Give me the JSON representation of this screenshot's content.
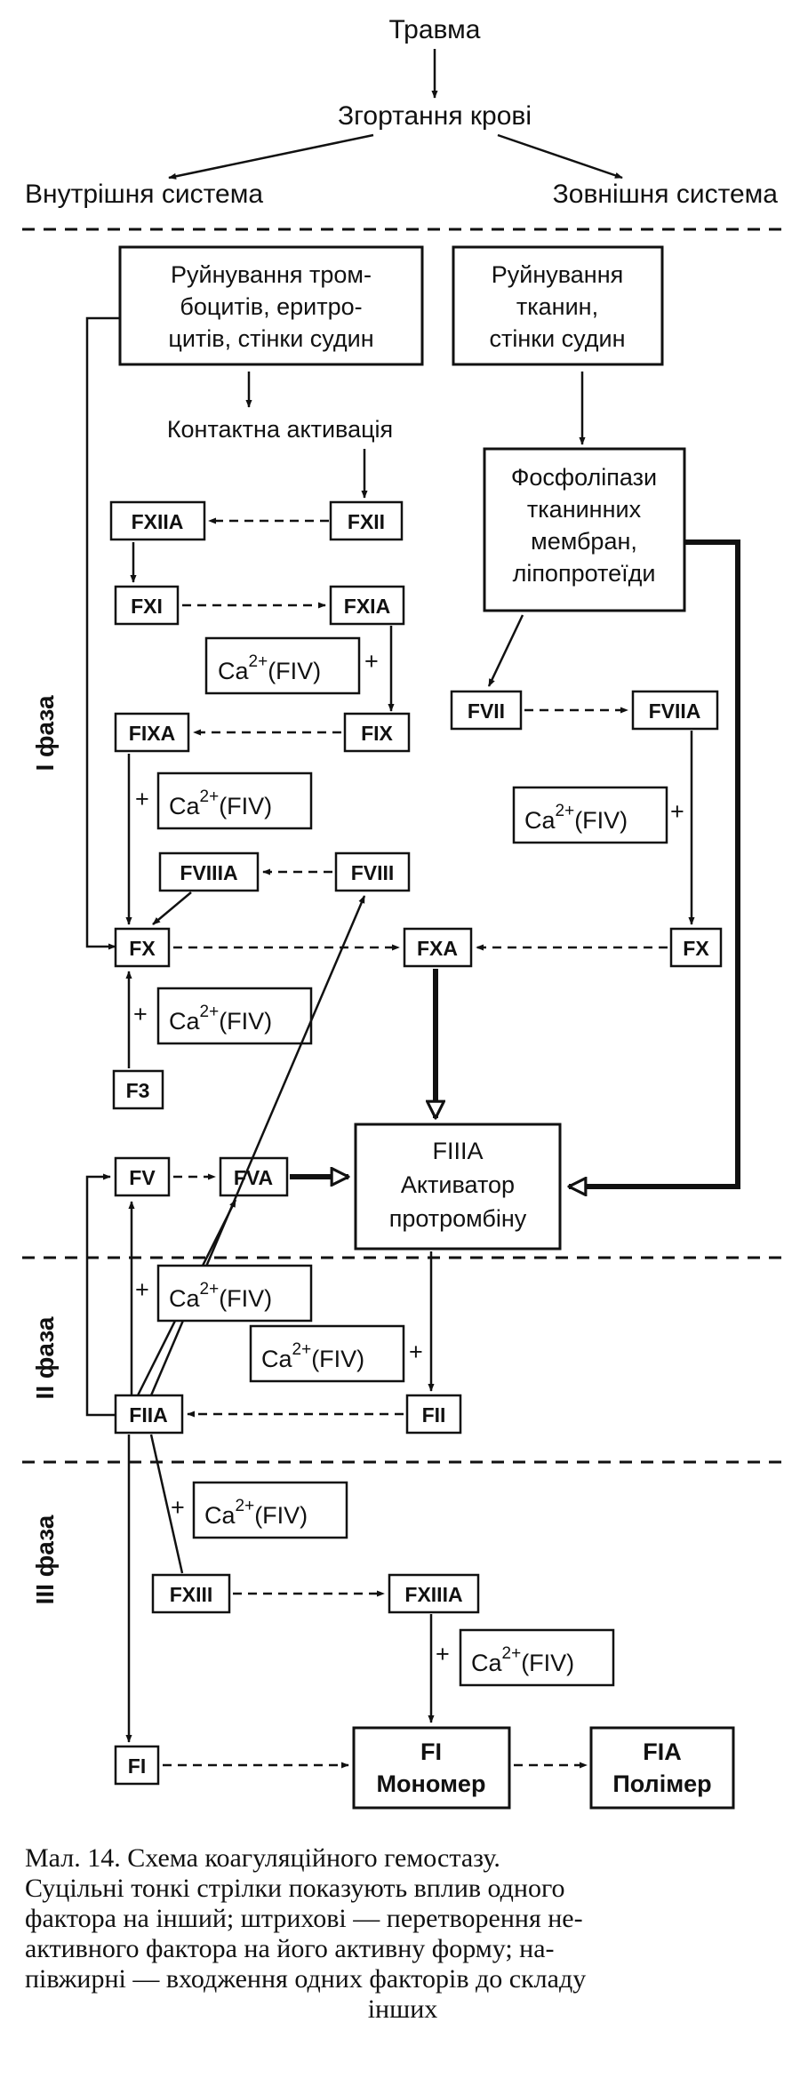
{
  "top": {
    "trauma": "Травма",
    "coag": "Згортання крові",
    "internal": "Внутрішня система",
    "external": "Зовнішня система"
  },
  "phases": [
    "I фаза",
    "II фаза",
    "III фаза"
  ],
  "nodes": {
    "destr_internal": [
      "Руйнування тром-",
      "боцитів, еритро-",
      "цитів, стінки судин"
    ],
    "destr_external": [
      "Руйнування",
      "тканин,",
      "стінки судин"
    ],
    "contact": "Контактна активація",
    "phospho": [
      "Фосфоліпази",
      "тканинних",
      "мембран,",
      "ліпопротеїди"
    ],
    "FXIIa": "FXIIA",
    "FXII": "FXII",
    "FXI": "FXI",
    "FXIa": "FXIA",
    "FIXa": "FIXA",
    "FIX": "FIX",
    "FVII": "FVII",
    "FVIIa": "FVIIA",
    "FVIIIa": "FVIIIA",
    "FVIII": "FVIII",
    "FX": "FX",
    "FXa": "FXA",
    "FX2": "FX",
    "F3": "F3",
    "FV": "FV",
    "FVa": "FVA",
    "FIIIa": [
      "FIIIA",
      "Активатор",
      "протромбіну"
    ],
    "FIIa": "FIIA",
    "FII": "FII",
    "FXIII": "FXIII",
    "FXIIIa": "FXIIIA",
    "FI": "FI",
    "FImono": [
      "FI",
      "Мономер"
    ],
    "FIpoly": [
      "FIA",
      "Полімер"
    ],
    "ca": "Ca",
    "ca_sup": "2+",
    "ca_fiv": "(FIV)",
    "plus": "+"
  },
  "caption": [
    "Мал. 14. Схема коагуляційного гемостазу.",
    "Суцільні тонкі стрілки показують вплив одного",
    "фактора на інший; штрихові — перетворення не-",
    "активного фактора на його активну форму; на-",
    "півжирні — входження одних факторів до складу",
    "інших"
  ]
}
